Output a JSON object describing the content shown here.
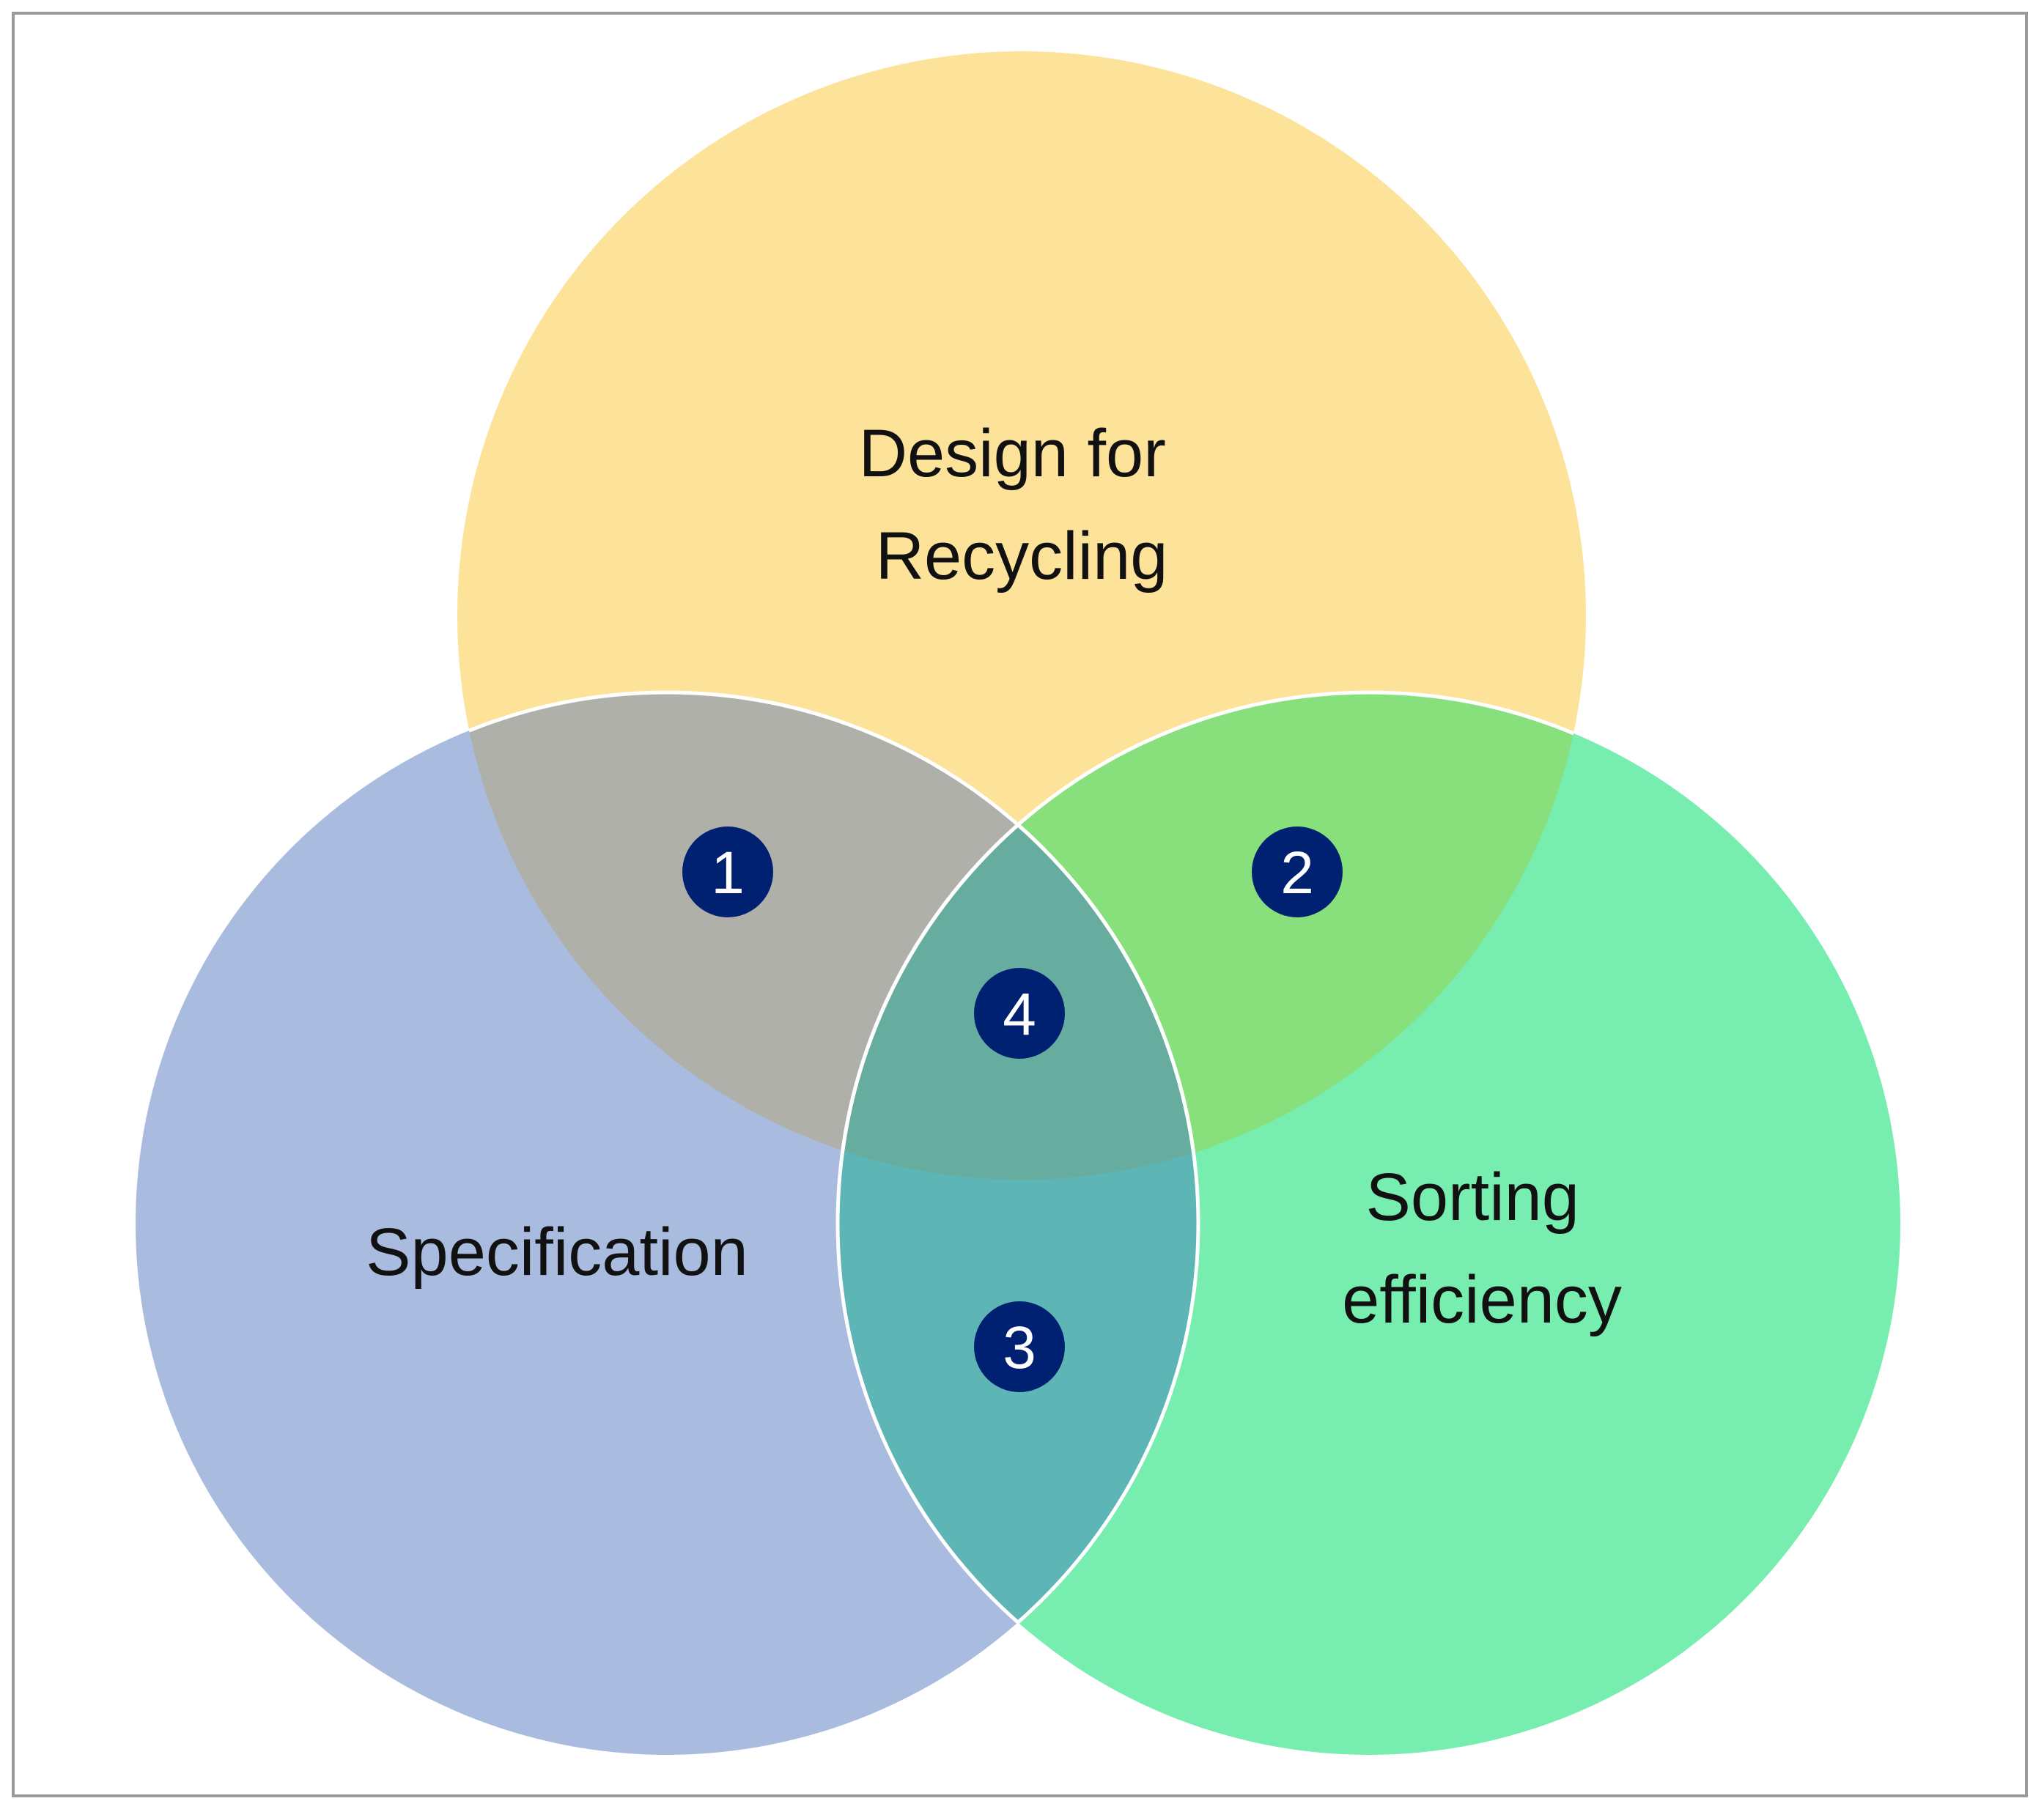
{
  "diagram": {
    "sets": [
      {
        "id": "design",
        "label_lines": [
          "Design for",
          "Recycling"
        ],
        "color": "#fde29a"
      },
      {
        "id": "specification",
        "label_lines": [
          "Specification"
        ],
        "color": "#a9bcdf"
      },
      {
        "id": "sorting",
        "label_lines": [
          "Sorting",
          "efficiency"
        ],
        "color": "#78edb0"
      }
    ],
    "intersections": [
      {
        "number": "1",
        "sets": [
          "design",
          "specification"
        ],
        "color": "#afb0a9"
      },
      {
        "number": "2",
        "sets": [
          "design",
          "sorting"
        ],
        "color": "#87e07b"
      },
      {
        "number": "3",
        "sets": [
          "specification",
          "sorting"
        ],
        "color": "#5eb5b6"
      },
      {
        "number": "4",
        "sets": [
          "design",
          "specification",
          "sorting"
        ],
        "color": "#67ad9f"
      }
    ],
    "badge_color": "#002171",
    "outline_color": "#ffffff",
    "frame_color": "#9a9a9a"
  }
}
